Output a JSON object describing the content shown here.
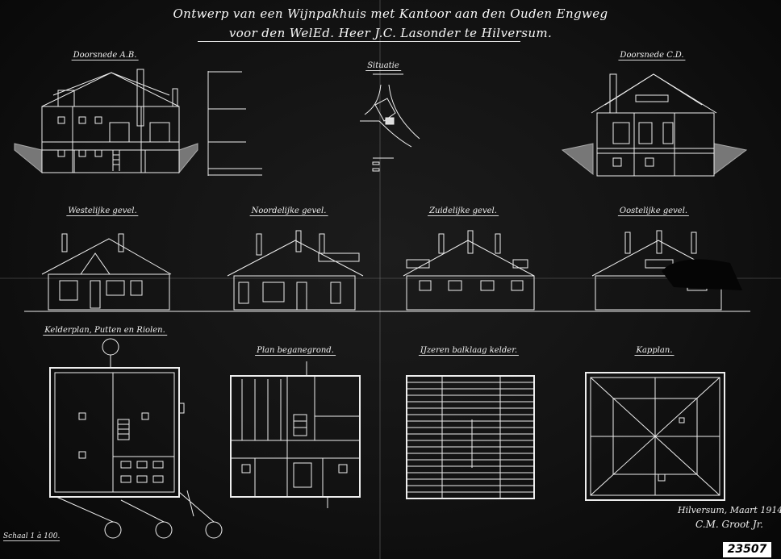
{
  "title": {
    "line1": "Ontwerp van een Wijnpakhuis met Kantoor aan den Ouden Engweg",
    "line2": "voor den WelEd. Heer J.C. Lasonder te Hilversum."
  },
  "labels": {
    "section_ab": "Doorsnede A.B.",
    "situatie": "Situatie",
    "section_cd": "Doorsnede C.D.",
    "west": "Westelijke gevel.",
    "north": "Noordelijke gevel.",
    "south": "Zuidelijke gevel.",
    "east": "Oostelijke gevel.",
    "cellar": "Kelderplan, Putten en Riolen.",
    "ground": "Plan beganegrond.",
    "beams": "IJzeren balklaag kelder.",
    "roof": "Kapplan."
  },
  "scale": "Schaal 1 à 100.",
  "signature": {
    "line1": "Hilversum, Maart 1914",
    "line2": "C.M. Groot Jr."
  },
  "archive_number": "23507"
}
